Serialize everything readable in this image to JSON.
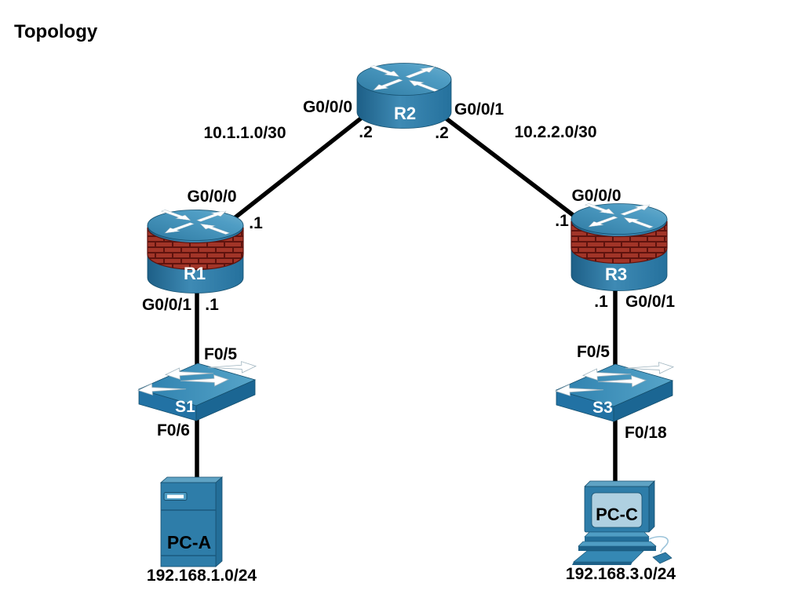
{
  "title": "Topology",
  "colors": {
    "device_blue": "#2E7DA9",
    "device_blue_dark": "#1D5F87",
    "device_blue_light": "#4F9DC4",
    "brick_red": "#A23528",
    "brick_mortar": "#5F130E",
    "screen_blue": "#AFD0E1",
    "link": "#000000"
  },
  "devices": {
    "r1": {
      "label": "R1",
      "type": "router-firewall"
    },
    "r2": {
      "label": "R2",
      "type": "router"
    },
    "r3": {
      "label": "R3",
      "type": "router-firewall"
    },
    "s1": {
      "label": "S1",
      "type": "switch"
    },
    "s3": {
      "label": "S3",
      "type": "switch"
    },
    "pca": {
      "label": "PC-A",
      "type": "tower-pc"
    },
    "pcc": {
      "label": "PC-C",
      "type": "desktop-pc"
    }
  },
  "interfaces": {
    "r2_left": "G0/0/0",
    "r2_left_addr": ".2",
    "r2_right": "G0/0/1",
    "r2_right_addr": ".2",
    "r1_up": "G0/0/0",
    "r1_up_addr": ".1",
    "r1_down": "G0/0/1",
    "r1_down_addr": ".1",
    "r3_up": "G0/0/0",
    "r3_up_addr": ".1",
    "r3_down": "G0/0/1",
    "r3_down_addr": ".1",
    "s1_up": "F0/5",
    "s1_down": "F0/6",
    "s3_up": "F0/5",
    "s3_down": "F0/18"
  },
  "networks": {
    "wan_left": "10.1.1.0/30",
    "wan_right": "10.2.2.0/30",
    "lan_a": "192.168.1.0/24",
    "lan_c": "192.168.3.0/24"
  },
  "links": [
    {
      "from": "R1:G0/0/0",
      "to": "R2:G0/0/0",
      "network": "10.1.1.0/30"
    },
    {
      "from": "R2:G0/0/1",
      "to": "R3:G0/0/0",
      "network": "10.2.2.0/30"
    },
    {
      "from": "R1:G0/0/1",
      "to": "S1:F0/5"
    },
    {
      "from": "S1:F0/6",
      "to": "PC-A",
      "network": "192.168.1.0/24"
    },
    {
      "from": "R3:G0/0/1",
      "to": "S3:F0/5"
    },
    {
      "from": "S3:F0/18",
      "to": "PC-C",
      "network": "192.168.3.0/24"
    }
  ]
}
